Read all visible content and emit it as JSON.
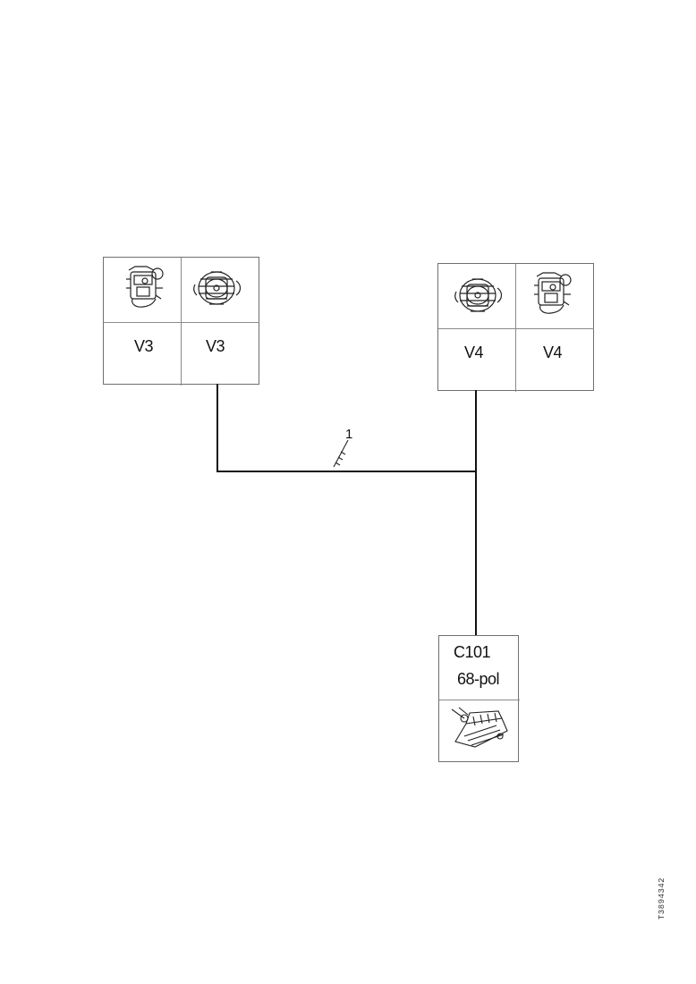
{
  "diagram": {
    "wire_label": "1",
    "groups": [
      {
        "id": "v3",
        "components": [
          {
            "label": "V3",
            "icon": "engine-front-icon"
          },
          {
            "label": "V3",
            "icon": "engine-side-icon"
          }
        ]
      },
      {
        "id": "v4",
        "components": [
          {
            "label": "V4",
            "icon": "engine-side-icon"
          },
          {
            "label": "V4",
            "icon": "engine-front-icon"
          }
        ]
      }
    ],
    "connector": {
      "name": "C101",
      "pin_count": "68-pol",
      "icon": "connector-module-icon"
    },
    "drawing_code": "T3894342"
  }
}
